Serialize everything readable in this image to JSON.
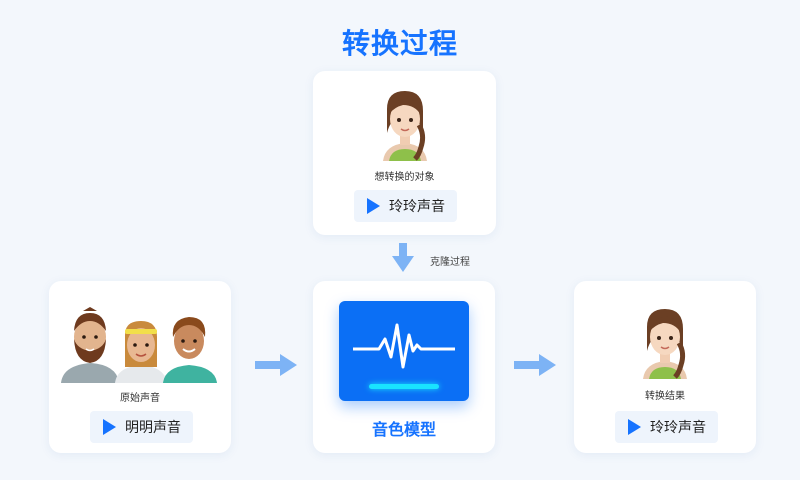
{
  "page": {
    "title": "转换过程"
  },
  "target_card": {
    "caption": "想转换的对象",
    "button_label": "玲玲声音"
  },
  "clone": {
    "label": "克隆过程"
  },
  "source_card": {
    "caption": "原始声音",
    "button_label": "明明声音"
  },
  "model_card": {
    "title": "音色模型"
  },
  "result_card": {
    "caption": "转换结果",
    "button_label": "玲玲声音"
  },
  "colors": {
    "accent": "#1673ff",
    "arrow": "#7db3f5",
    "model_screen": "#0b6ff5",
    "glow": "#19e3ff"
  },
  "icons": [
    "woman-avatar-icon",
    "group-avatar-icon",
    "waveform-icon",
    "play-icon",
    "arrow-right-icon",
    "arrow-down-icon"
  ]
}
